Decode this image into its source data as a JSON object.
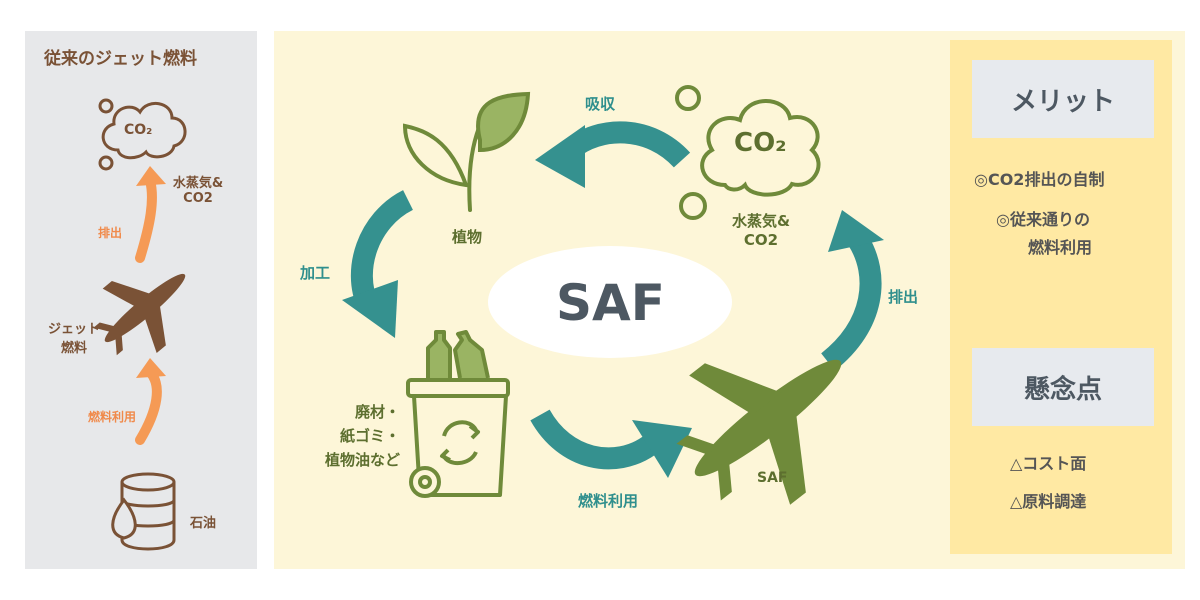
{
  "left": {
    "title": "従来のジェット燃料",
    "co2": "CO₂",
    "vapor_line1": "水蒸気&",
    "vapor_line2": "CO2",
    "emission": "排出",
    "jet_line1": "ジェット",
    "jet_line2": "燃料",
    "fuel_use": "燃料利用",
    "oil": "石油"
  },
  "center": {
    "saf_title": "SAF",
    "absorb": "吸収",
    "co2": "CO₂",
    "vapor_line1": "水蒸気&",
    "vapor_line2": "CO2",
    "plant": "植物",
    "process": "加工",
    "waste_line1": "廃材・",
    "waste_line2": "紙ゴミ・",
    "waste_line3": "植物油など",
    "fuel_use": "燃料利用",
    "saf_plane": "SAF",
    "emission": "排出"
  },
  "right": {
    "merit_heading": "メリット",
    "merit_1": "◎CO2排出の自制",
    "merit_2_line1": "◎従来通りの",
    "merit_2_line2": "燃料利用",
    "concern_heading": "懸念点",
    "concern_1": "△コスト面",
    "concern_2": "△原料調達"
  },
  "colors": {
    "brown": "#7a5236",
    "orange": "#f08a4b",
    "teal": "#2f8f8d",
    "green": "#6f8a3a"
  }
}
